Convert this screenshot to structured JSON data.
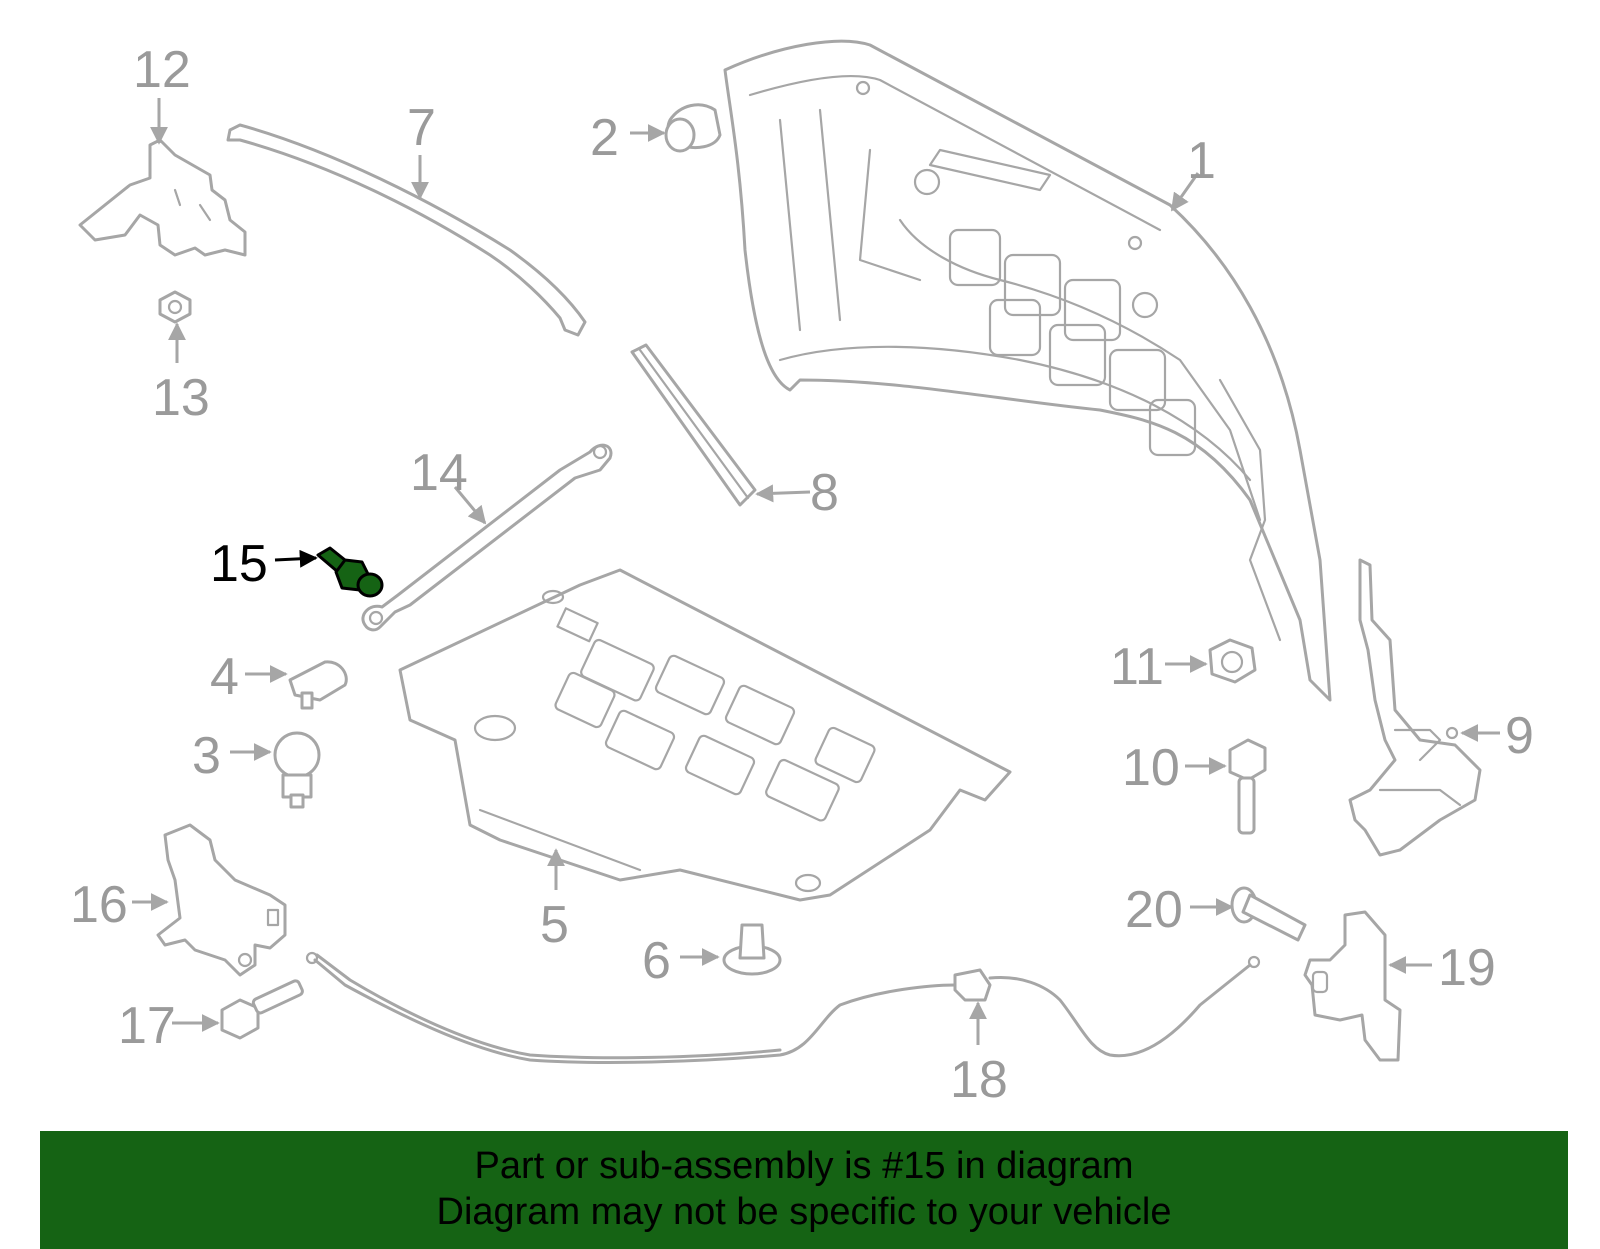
{
  "colors": {
    "part": "#a6a6a6",
    "label": "#9a9a9a",
    "highlight": "#156314",
    "banner": "#156314"
  },
  "highlighted_part": "15",
  "callouts": [
    "1",
    "2",
    "3",
    "4",
    "5",
    "6",
    "7",
    "8",
    "9",
    "10",
    "11",
    "12",
    "13",
    "14",
    "15",
    "16",
    "17",
    "18",
    "19",
    "20"
  ],
  "banner": {
    "line1": "Part or sub-assembly is #15 in diagram",
    "line2": "Diagram may not be specific to your vehicle"
  }
}
